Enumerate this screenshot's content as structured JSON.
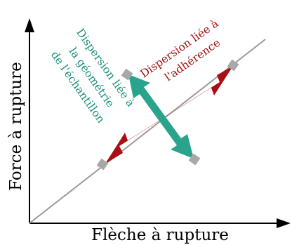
{
  "axes": {
    "x_label": "Flèche à rupture",
    "y_label": "Force à rupture"
  },
  "annotations": {
    "geometry_dispersion": {
      "lines": [
        "Dispersion liée à",
        "la géométrie",
        "de l'échantillon"
      ],
      "color": "#1a8f7a"
    },
    "adhesion_dispersion": {
      "lines": [
        "Dispersion liée à",
        "l'adhérence"
      ],
      "color": "#a01010"
    }
  },
  "colors": {
    "axis": "#000000",
    "trend_line": "#9a9a9a",
    "marker": "#a8a8a8",
    "teal_arrow": "#2aa38c",
    "red_arrow": "#a80f14"
  }
}
